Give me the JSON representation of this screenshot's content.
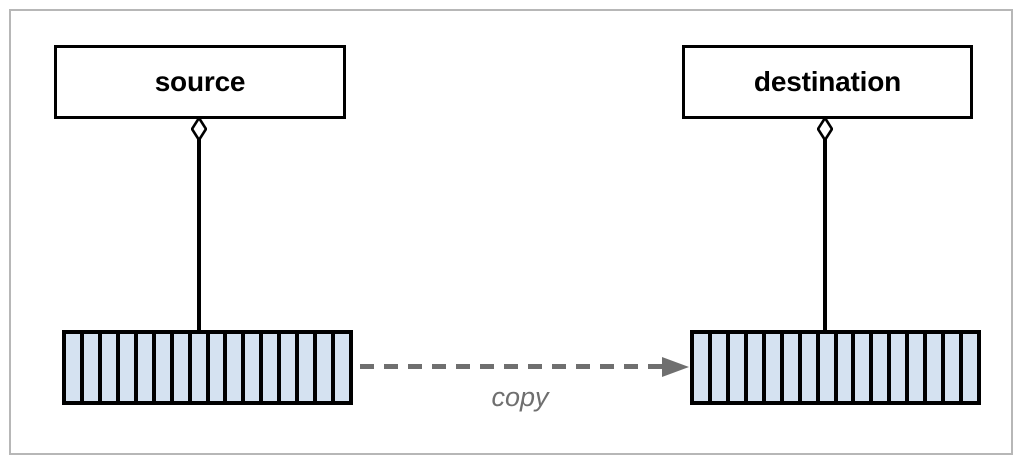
{
  "diagram": {
    "type": "uml-aggregation-copy-diagram",
    "background_color": "#ffffff",
    "frame": {
      "border_color": "#b7b7b7",
      "fill": "#ffffff"
    },
    "nodes": [
      {
        "id": "source",
        "label": "source",
        "text_color": "#000000",
        "fill": "#ffffff",
        "border_color": "#000000"
      },
      {
        "id": "destination",
        "label": "destination",
        "text_color": "#000000",
        "fill": "#ffffff",
        "border_color": "#000000"
      }
    ],
    "arrays": [
      {
        "id": "source-array",
        "owner": "source",
        "cell_count": 16,
        "cell_fill": "#d5e2f1",
        "divider_color": "#000000"
      },
      {
        "id": "destination-array",
        "owner": "destination",
        "cell_count": 16,
        "cell_fill": "#d5e2f1",
        "divider_color": "#000000"
      }
    ],
    "connectors": [
      {
        "id": "source-aggregation",
        "from": "source",
        "to": "source-array",
        "style": "solid",
        "end_marker": "hollow-diamond",
        "color": "#000000"
      },
      {
        "id": "destination-aggregation",
        "from": "destination",
        "to": "destination-array",
        "style": "solid",
        "end_marker": "hollow-diamond",
        "color": "#000000"
      }
    ],
    "edges": [
      {
        "id": "copy-edge",
        "label": "copy",
        "from": "source-array",
        "to": "destination-array",
        "style": "dashed",
        "direction": "right",
        "end_marker": "solid-triangle",
        "color": "#6f6f6f",
        "label_color": "#6f6f6f",
        "label_style": "italic"
      }
    ]
  }
}
